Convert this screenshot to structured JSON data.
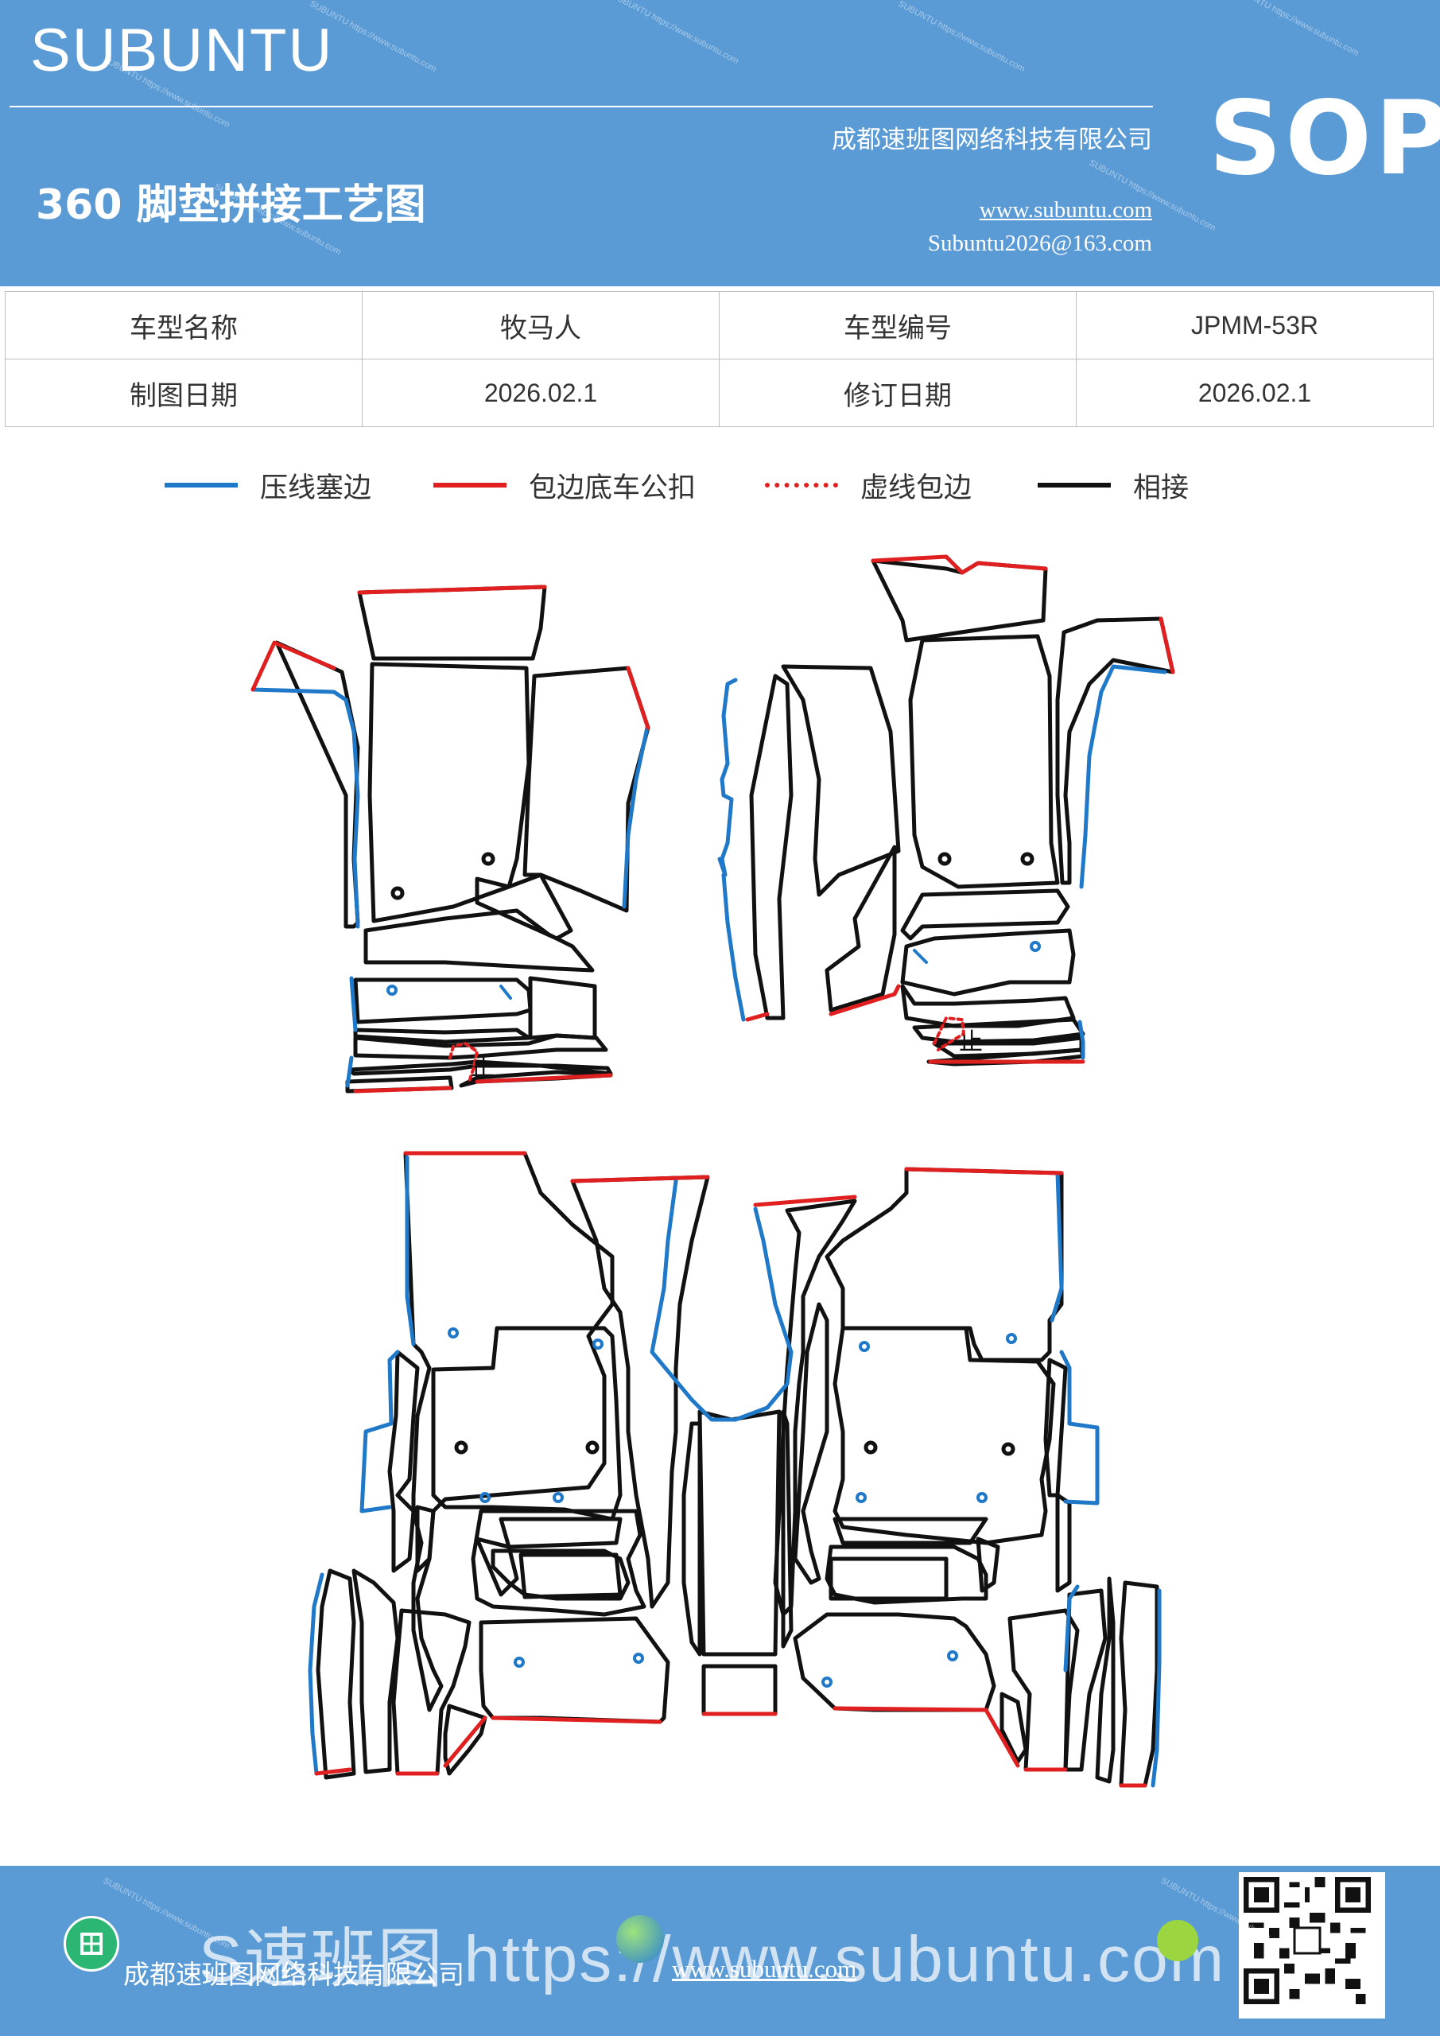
{
  "header": {
    "brand": "SUBUNTU",
    "company": "成都速班图网络科技有限公司",
    "title": "360 脚垫拼接工艺图",
    "website": "www.subuntu.com",
    "email": "Subuntu2026@163.com",
    "badge": "SOP"
  },
  "info_table": {
    "row1": {
      "label1": "车型名称",
      "value1": "牧马人",
      "label2": "车型编号",
      "value2": "JPMM-53R"
    },
    "row2": {
      "label1": "制图日期",
      "value1": "2026.02.1",
      "label2": "修订日期",
      "value2": "2026.02.1"
    }
  },
  "legend": [
    {
      "label": "压线塞边",
      "color": "#1f78c8",
      "style": "solid"
    },
    {
      "label": "包边底车公扣",
      "color": "#e02020",
      "style": "solid"
    },
    {
      "label": "虚线包边",
      "color": "#e02020",
      "style": "dotted"
    },
    {
      "label": "相接",
      "color": "#111111",
      "style": "solid"
    }
  ],
  "diagram": {
    "marker_left": "止",
    "marker_right": "止",
    "colors": {
      "press": "#1f78c8",
      "wrap": "#e02020",
      "join": "#111111"
    }
  },
  "footer": {
    "overlay_text": "S速班图 https://www.subuntu.com",
    "company": "成都速班图网络科技有限公司",
    "website": "www.subuntu.com"
  }
}
